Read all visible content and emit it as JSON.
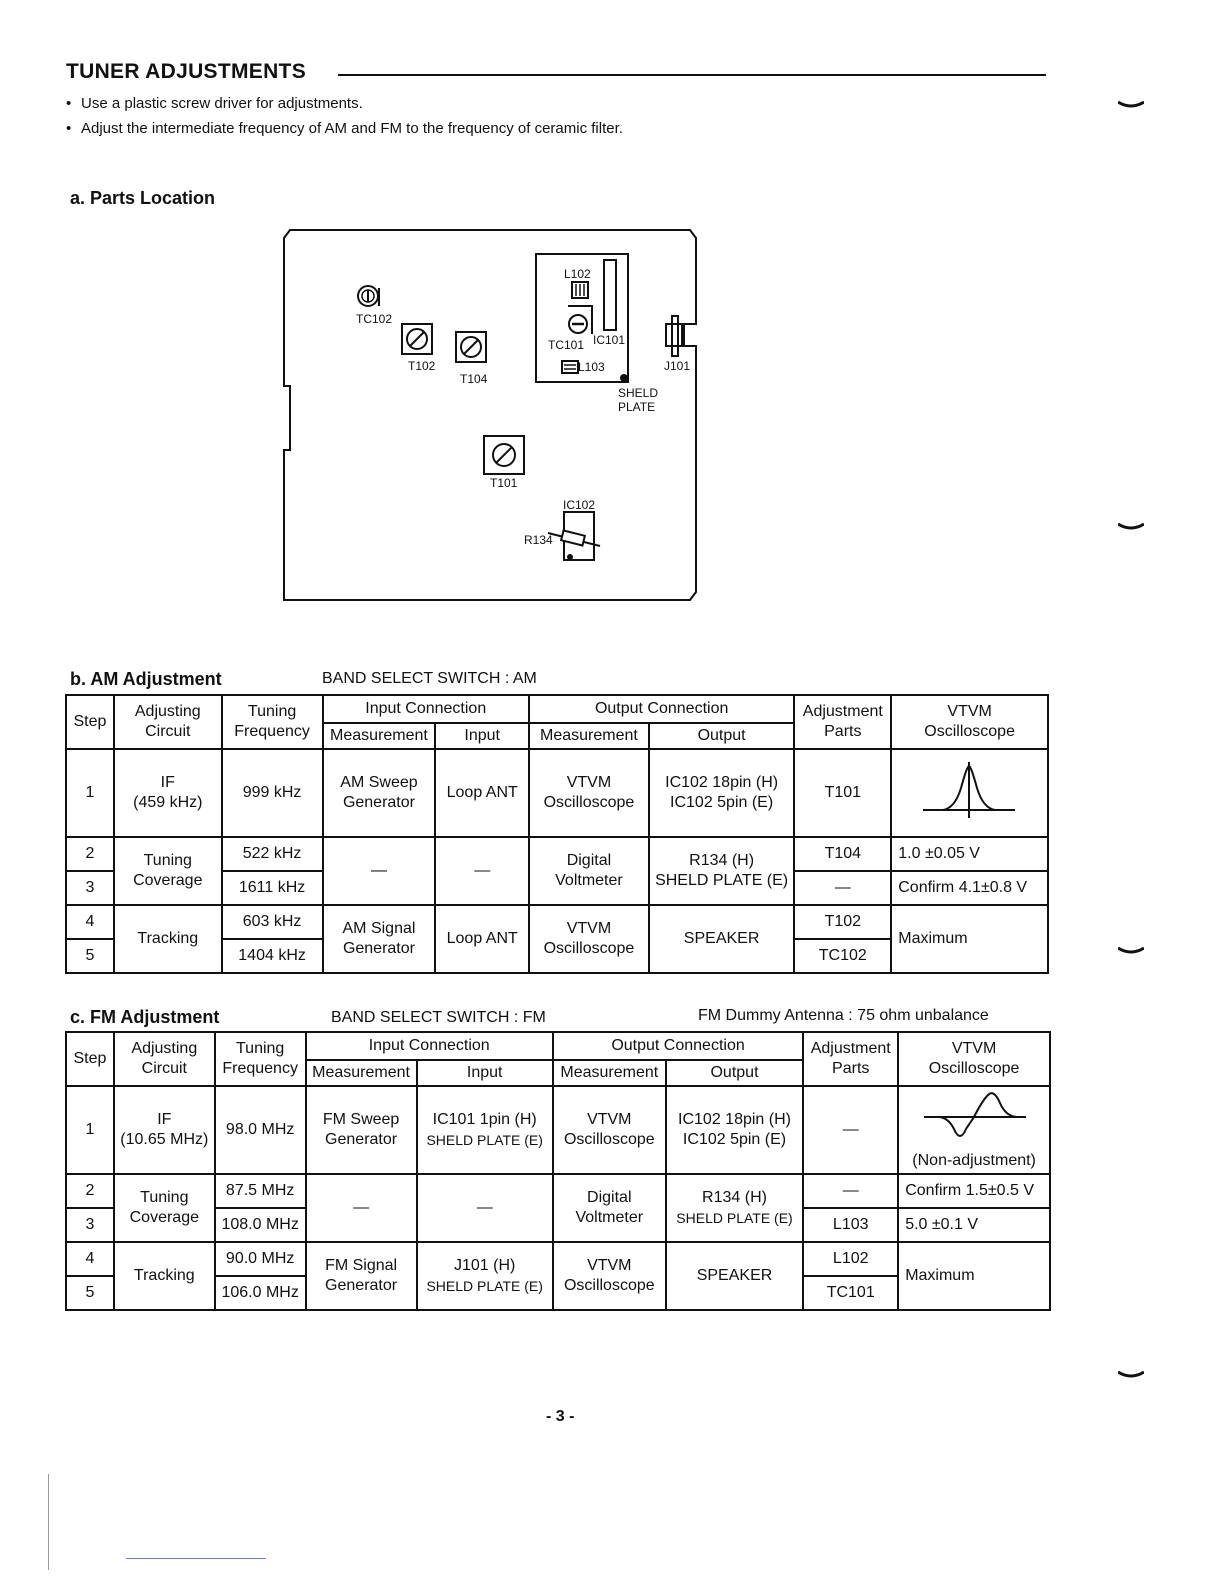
{
  "header": {
    "title": "TUNER ADJUSTMENTS",
    "bullets": [
      "Use a plastic screw driver for adjustments.",
      "Adjust the intermediate frequency of AM and FM to the frequency of ceramic filter."
    ]
  },
  "parts_location": {
    "heading": "a. Parts Location",
    "labels": {
      "tc102": "TC102",
      "t102": "T102",
      "t104": "T104",
      "l102": "L102",
      "tc101": "TC101",
      "ic101": "IC101",
      "l103": "L103",
      "j101": "J101",
      "sheld1": "SHELD",
      "sheld2": "PLATE",
      "t101": "T101",
      "ic102": "IC102",
      "r134": "R134"
    }
  },
  "am": {
    "heading": "b. AM Adjustment",
    "band_select": "BAND SELECT SWITCH : AM",
    "headers": {
      "step": "Step",
      "adj1": "Adjusting",
      "adj2": "Circuit",
      "tun1": "Tuning",
      "tun2": "Frequency",
      "input_conn": "Input Connection",
      "output_conn": "Output Connection",
      "measurement": "Measurement",
      "input": "Input",
      "output": "Output",
      "parts1": "Adjustment",
      "parts2": "Parts",
      "vtvm1": "VTVM",
      "vtvm2": "Oscilloscope"
    },
    "r1": {
      "step": "1",
      "circ1": "IF",
      "circ2": "(459 kHz)",
      "freq": "999 kHz",
      "meas1": "AM Sweep",
      "meas2": "Generator",
      "input": "Loop ANT",
      "omeas1": "VTVM",
      "omeas2": "Oscilloscope",
      "out1": "IC102 18pin (H)",
      "out2": "IC102 5pin (E)",
      "part": "T101"
    },
    "r2": {
      "step": "2",
      "circ1": "Tuning",
      "circ2": "Coverage",
      "freq": "522 kHz",
      "meas": "—",
      "input": "—",
      "omeas1": "Digital",
      "omeas2": "Voltmeter",
      "out1": "R134 (H)",
      "out2": "SHELD PLATE (E)",
      "part": "T104",
      "vtvm": "1.0 ±0.05 V"
    },
    "r3": {
      "step": "3",
      "freq": "1611 kHz",
      "part": "—",
      "vtvm": "Confirm 4.1±0.8 V"
    },
    "r4": {
      "step": "4",
      "circ": "Tracking",
      "freq": "603 kHz",
      "meas1": "AM Signal",
      "meas2": "Generator",
      "input": "Loop ANT",
      "omeas1": "VTVM",
      "omeas2": "Oscilloscope",
      "out": "SPEAKER",
      "part": "T102",
      "vtvm": "Maximum"
    },
    "r5": {
      "step": "5",
      "freq": "1404 kHz",
      "part": "TC102"
    }
  },
  "fm": {
    "heading": "c. FM Adjustment",
    "band_select": "BAND SELECT SWITCH : FM",
    "dummy": "FM Dummy Antenna : 75 ohm unbalance",
    "r1": {
      "step": "1",
      "circ1": "IF",
      "circ2": "(10.65 MHz)",
      "freq": "98.0 MHz",
      "meas1": "FM Sweep",
      "meas2": "Generator",
      "in1": "IC101 1pin (H)",
      "in2": "SHELD PLATE (E)",
      "omeas1": "VTVM",
      "omeas2": "Oscilloscope",
      "out1": "IC102 18pin (H)",
      "out2": "IC102 5pin (E)",
      "part": "—",
      "vtvm": "(Non-adjustment)"
    },
    "r2": {
      "step": "2",
      "circ1": "Tuning",
      "circ2": "Coverage",
      "freq": "87.5 MHz",
      "meas": "—",
      "input": "—",
      "omeas1": "Digital",
      "omeas2": "Voltmeter",
      "out1": "R134 (H)",
      "out2": "SHELD PLATE (E)",
      "part": "—",
      "vtvm": "Confirm 1.5±0.5 V"
    },
    "r3": {
      "step": "3",
      "freq": "108.0 MHz",
      "part": "L103",
      "vtvm": "5.0 ±0.1 V"
    },
    "r4": {
      "step": "4",
      "circ": "Tracking",
      "freq": "90.0 MHz",
      "meas1": "FM Signal",
      "meas2": "Generator",
      "in1": "J101 (H)",
      "in2": "SHELD PLATE (E)",
      "omeas1": "VTVM",
      "omeas2": "Oscilloscope",
      "out": "SPEAKER",
      "part": "L102",
      "vtvm": "Maximum"
    },
    "r5": {
      "step": "5",
      "freq": "106.0 MHz",
      "part": "TC101"
    }
  },
  "footer": {
    "page": "- 3 -"
  }
}
